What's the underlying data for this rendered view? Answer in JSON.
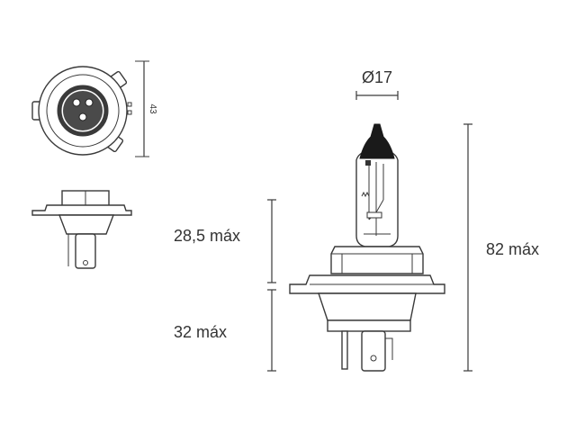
{
  "labels": {
    "diameter": "Ø17",
    "height_upper": "28,5 máx",
    "height_lower": "32 máx",
    "total_length": "82 máx",
    "base_width": "43"
  },
  "colors": {
    "line": "#3a3a3a",
    "glass_tip": "#1a1a1a",
    "text": "#333333",
    "background": "#ffffff"
  }
}
